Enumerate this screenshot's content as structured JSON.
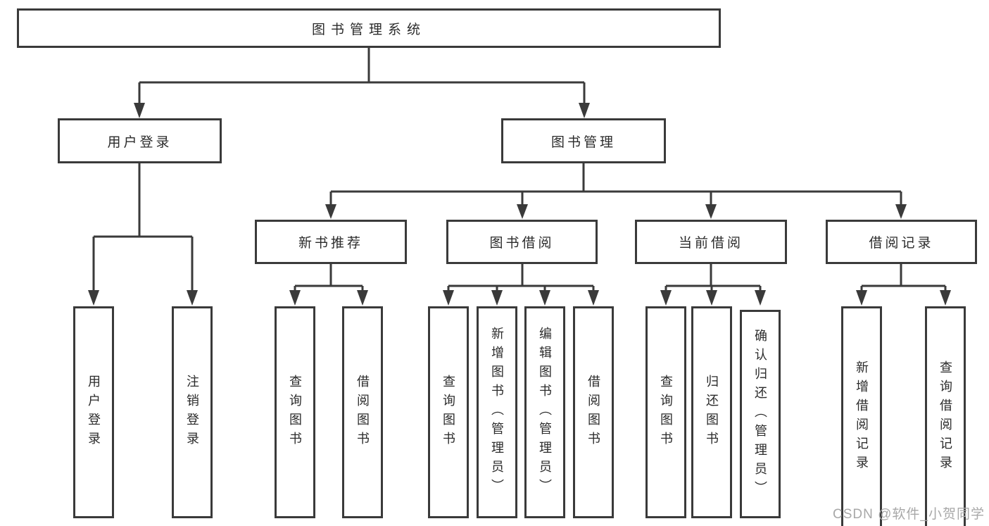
{
  "diagram": {
    "root": {
      "label": "图书管理系统",
      "children": [
        {
          "label": "用户登录",
          "children": [
            {
              "label": "用户登录"
            },
            {
              "label": "注销登录"
            }
          ]
        },
        {
          "label": "图书管理",
          "children": [
            {
              "label": "新书推荐",
              "children": [
                {
                  "label": "查询图书"
                },
                {
                  "label": "借阅图书"
                }
              ]
            },
            {
              "label": "图书借阅",
              "children": [
                {
                  "label": "查询图书"
                },
                {
                  "label": "新增图书（管理员）"
                },
                {
                  "label": "编辑图书（管理员）"
                },
                {
                  "label": "借阅图书"
                }
              ]
            },
            {
              "label": "当前借阅",
              "children": [
                {
                  "label": "查询图书"
                },
                {
                  "label": "归还图书"
                },
                {
                  "label": "确认归还（管理员）"
                }
              ]
            },
            {
              "label": "借阅记录",
              "children": [
                {
                  "label": "新增借阅记录"
                },
                {
                  "label": "查询借阅记录"
                }
              ]
            }
          ]
        }
      ]
    }
  },
  "watermark": "CSDN @软件_小贺同学",
  "colors": {
    "line": "#3a3a3a",
    "text": "#2b2b2b",
    "watermark": "#a8a8a8",
    "background": "#ffffff"
  }
}
